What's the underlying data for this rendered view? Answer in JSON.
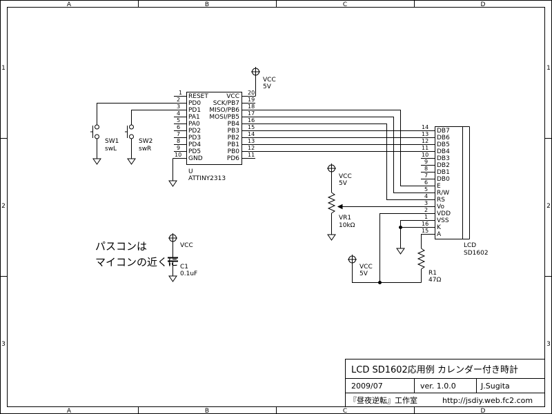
{
  "border": {
    "columns": [
      "A",
      "B",
      "C",
      "D"
    ],
    "rows": [
      "1",
      "2",
      "3"
    ]
  },
  "mcu": {
    "ref": "U",
    "part": "ATTINY2313",
    "left_pins": [
      {
        "num": "1",
        "name": "RESET"
      },
      {
        "num": "2",
        "name": "PD0"
      },
      {
        "num": "3",
        "name": "PD1"
      },
      {
        "num": "4",
        "name": "PA1"
      },
      {
        "num": "5",
        "name": "PA0"
      },
      {
        "num": "6",
        "name": "PD2"
      },
      {
        "num": "7",
        "name": "PD3"
      },
      {
        "num": "8",
        "name": "PD4"
      },
      {
        "num": "9",
        "name": "PD5"
      },
      {
        "num": "10",
        "name": "GND"
      }
    ],
    "right_pins": [
      {
        "num": "20",
        "name": "VCC"
      },
      {
        "num": "19",
        "name": "SCK/PB7"
      },
      {
        "num": "18",
        "name": "MISO/PB6"
      },
      {
        "num": "17",
        "name": "MOSI/PB5"
      },
      {
        "num": "16",
        "name": "PB4"
      },
      {
        "num": "15",
        "name": "PB3"
      },
      {
        "num": "14",
        "name": "PB2"
      },
      {
        "num": "13",
        "name": "PB1"
      },
      {
        "num": "12",
        "name": "PB0"
      },
      {
        "num": "11",
        "name": "PD6"
      }
    ]
  },
  "lcd": {
    "ref": "LCD",
    "part": "SD1602",
    "pins": [
      {
        "num": "14",
        "name": "DB7"
      },
      {
        "num": "13",
        "name": "DB6"
      },
      {
        "num": "12",
        "name": "DB5"
      },
      {
        "num": "11",
        "name": "DB4"
      },
      {
        "num": "10",
        "name": "DB3"
      },
      {
        "num": "9",
        "name": "DB2"
      },
      {
        "num": "8",
        "name": "DB1"
      },
      {
        "num": "7",
        "name": "DB0"
      },
      {
        "num": "6",
        "name": "E"
      },
      {
        "num": "5",
        "name": "R/W"
      },
      {
        "num": "4",
        "name": "RS"
      },
      {
        "num": "3",
        "name": "Vo"
      },
      {
        "num": "2",
        "name": "VDD"
      },
      {
        "num": "1",
        "name": "VSS"
      },
      {
        "num": "16",
        "name": "K"
      },
      {
        "num": "15",
        "name": "A"
      }
    ]
  },
  "power": {
    "vcc_label": "VCC",
    "volt_label": "5V"
  },
  "sw1": {
    "ref": "SW1",
    "value": "swL"
  },
  "sw2": {
    "ref": "SW2",
    "value": "swR"
  },
  "vr1": {
    "ref": "VR1",
    "value": "10kΩ"
  },
  "r1": {
    "ref": "R1",
    "value": "47Ω"
  },
  "c1": {
    "ref": "C1",
    "value": "0.1uF"
  },
  "note": {
    "line1": "パスコンは",
    "line2": "マイコンの近くに"
  },
  "title_block": {
    "title": "LCD SD1602応用例 カレンダー付き時計",
    "date": "2009/07",
    "version": "ver. 1.0.0",
    "author": "J.Sugita",
    "org": "『昼夜逆転』工作室",
    "url": "http://jsdiy.web.fc2.com"
  }
}
